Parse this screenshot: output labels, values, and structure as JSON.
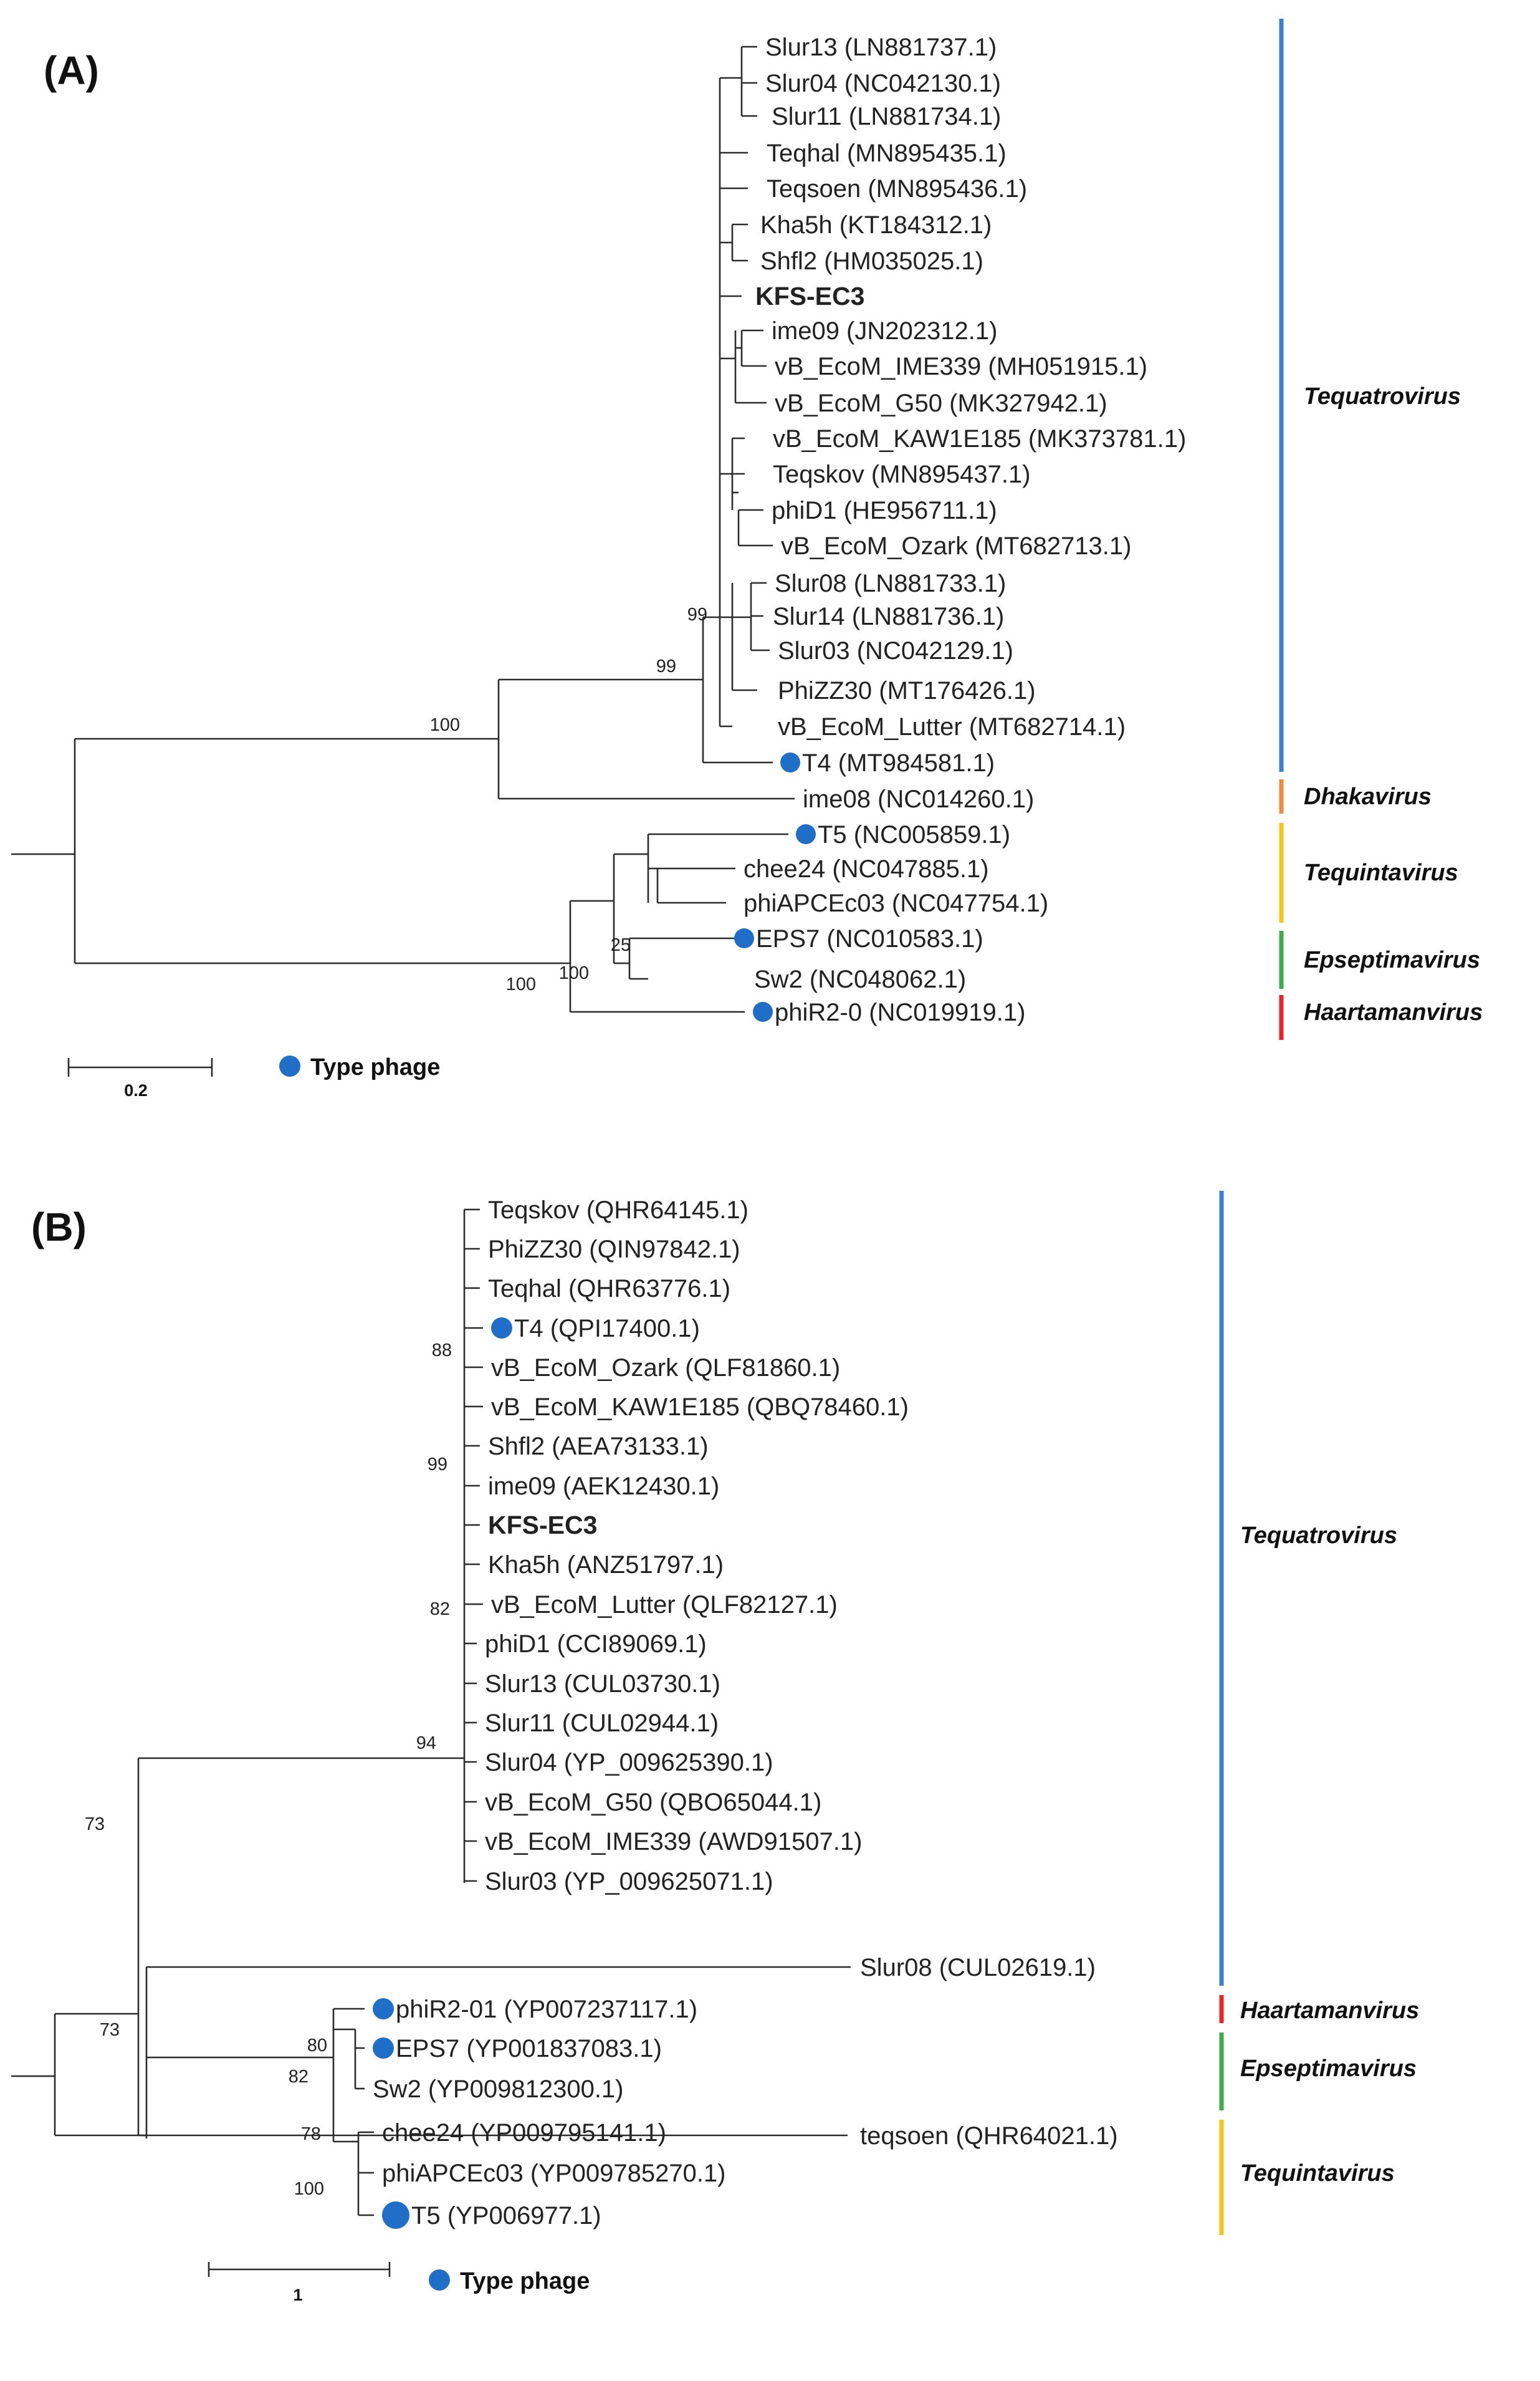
{
  "panelA": {
    "label": "(A)",
    "tips": [
      {
        "name": "Slur13",
        "acc": "(LN881737.1)",
        "type": false
      },
      {
        "name": "Slur04",
        "acc": "(NC042130.1)",
        "type": false
      },
      {
        "name": "Slur11",
        "acc": "(LN881734.1)",
        "type": false
      },
      {
        "name": "Teqhal",
        "acc": "(MN895435.1)",
        "type": false
      },
      {
        "name": "Teqsoen",
        "acc": "(MN895436.1)",
        "type": false
      },
      {
        "name": "Kha5h",
        "acc": "(KT184312.1)",
        "type": false
      },
      {
        "name": "Shfl2",
        "acc": "(HM035025.1)",
        "type": false
      },
      {
        "name": "KFS-EC3",
        "acc": "",
        "type": false,
        "bold": true
      },
      {
        "name": "ime09",
        "acc": "(JN202312.1)",
        "type": false
      },
      {
        "name": "vB_EcoM_IME339",
        "acc": "(MH051915.1)",
        "type": false
      },
      {
        "name": "vB_EcoM_G50",
        "acc": "(MK327942.1)",
        "type": false
      },
      {
        "name": "vB_EcoM_KAW1E185",
        "acc": "(MK373781.1)",
        "type": false
      },
      {
        "name": "Teqskov",
        "acc": "(MN895437.1)",
        "type": false
      },
      {
        "name": "phiD1",
        "acc": "(HE956711.1)",
        "type": false
      },
      {
        "name": "vB_EcoM_Ozark",
        "acc": "(MT682713.1)",
        "type": false
      },
      {
        "name": "Slur08",
        "acc": "(LN881733.1)",
        "type": false
      },
      {
        "name": "Slur14",
        "acc": "(LN881736.1)",
        "type": false
      },
      {
        "name": "Slur03",
        "acc": "(NC042129.1)",
        "type": false
      },
      {
        "name": "PhiZZ30",
        "acc": "(MT176426.1)",
        "type": false
      },
      {
        "name": "vB_EcoM_Lutter",
        "acc": "(MT682714.1)",
        "type": false
      },
      {
        "name": "T4",
        "acc": "(MT984581.1)",
        "type": true
      },
      {
        "name": "ime08",
        "acc": "(NC014260.1)",
        "type": false
      },
      {
        "name": "T5",
        "acc": "(NC005859.1)",
        "type": true
      },
      {
        "name": "chee24",
        "acc": "(NC047885.1)",
        "type": false
      },
      {
        "name": "phiAPCEc03",
        "acc": "(NC047754.1)",
        "type": false
      },
      {
        "name": "EPS7",
        "acc": "(NC010583.1)",
        "type": true
      },
      {
        "name": "Sw2",
        "acc": "(NC048062.1)",
        "type": false
      },
      {
        "name": "phiR2-0",
        "acc": "(NC019919.1)",
        "type": true
      }
    ],
    "bootstraps": [
      "99",
      "99",
      "100",
      "25",
      "100",
      "100"
    ],
    "clades": [
      {
        "name": "Tequatrovirus",
        "color": "#3b7fd4"
      },
      {
        "name": "Dhakavirus",
        "color": "#f08a3c"
      },
      {
        "name": "Tequintavirus",
        "color": "#f5c518"
      },
      {
        "name": "Epseptimavirus",
        "color": "#3dac4a"
      },
      {
        "name": "Haartamanvirus",
        "color": "#e8242a"
      }
    ],
    "scale_label": "0.2",
    "legend_label": "Type phage"
  },
  "panelB": {
    "label": "(B)",
    "tips": [
      {
        "name": "Teqskov",
        "acc": "(QHR64145.1)",
        "type": false
      },
      {
        "name": "PhiZZ30",
        "acc": "(QIN97842.1)",
        "type": false
      },
      {
        "name": "Teqhal",
        "acc": "(QHR63776.1)",
        "type": false
      },
      {
        "name": "T4",
        "acc": "(QPI17400.1)",
        "type": true
      },
      {
        "name": "vB_EcoM_Ozark",
        "acc": "(QLF81860.1)",
        "type": false
      },
      {
        "name": "vB_EcoM_KAW1E185",
        "acc": "(QBQ78460.1)",
        "type": false
      },
      {
        "name": "Shfl2",
        "acc": "(AEA73133.1)",
        "type": false
      },
      {
        "name": "ime09",
        "acc": "(AEK12430.1)",
        "type": false
      },
      {
        "name": "KFS-EC3",
        "acc": "",
        "type": false,
        "bold": true
      },
      {
        "name": "Kha5h",
        "acc": "(ANZ51797.1)",
        "type": false
      },
      {
        "name": "vB_EcoM_Lutter",
        "acc": "(QLF82127.1)",
        "type": false
      },
      {
        "name": "phiD1",
        "acc": "(CCI89069.1)",
        "type": false
      },
      {
        "name": "Slur13",
        "acc": "(CUL03730.1)",
        "type": false
      },
      {
        "name": "Slur11",
        "acc": "(CUL02944.1)",
        "type": false
      },
      {
        "name": "Slur04",
        "acc": "(YP_009625390.1)",
        "type": false
      },
      {
        "name": "vB_EcoM_G50",
        "acc": "(QBO65044.1)",
        "type": false
      },
      {
        "name": "vB_EcoM_IME339",
        "acc": "(AWD91507.1)",
        "type": false
      },
      {
        "name": "Slur03",
        "acc": "(YP_009625071.1)",
        "type": false
      },
      {
        "name": "teqsoen",
        "acc": "(QHR64021.1)",
        "type": false
      },
      {
        "name": "Slur08",
        "acc": "(CUL02619.1)",
        "type": false
      },
      {
        "name": "phiR2-01",
        "acc": "(YP007237117.1)",
        "type": true
      },
      {
        "name": "EPS7",
        "acc": "(YP001837083.1)",
        "type": true
      },
      {
        "name": "Sw2",
        "acc": "(YP009812300.1)",
        "type": false
      },
      {
        "name": "chee24",
        "acc": "(YP009795141.1)",
        "type": false
      },
      {
        "name": "phiAPCEc03",
        "acc": "(YP009785270.1)",
        "type": false
      },
      {
        "name": "T5",
        "acc": "(YP006977.1)",
        "type": true
      }
    ],
    "bootstraps": [
      "88",
      "99",
      "82",
      "94",
      "73",
      "73",
      "80",
      "82",
      "78",
      "100"
    ],
    "clades": [
      {
        "name": "Tequatrovirus",
        "color": "#3b7fd4"
      },
      {
        "name": "Haartamanvirus",
        "color": "#e8242a"
      },
      {
        "name": "Epseptimavirus",
        "color": "#3dac4a"
      },
      {
        "name": "Tequintavirus",
        "color": "#f5c518"
      }
    ],
    "scale_label": "1",
    "legend_label": "Type phage"
  },
  "colors": {
    "type_marker": "#1f6fc9",
    "branch": "#2b2b2b"
  }
}
